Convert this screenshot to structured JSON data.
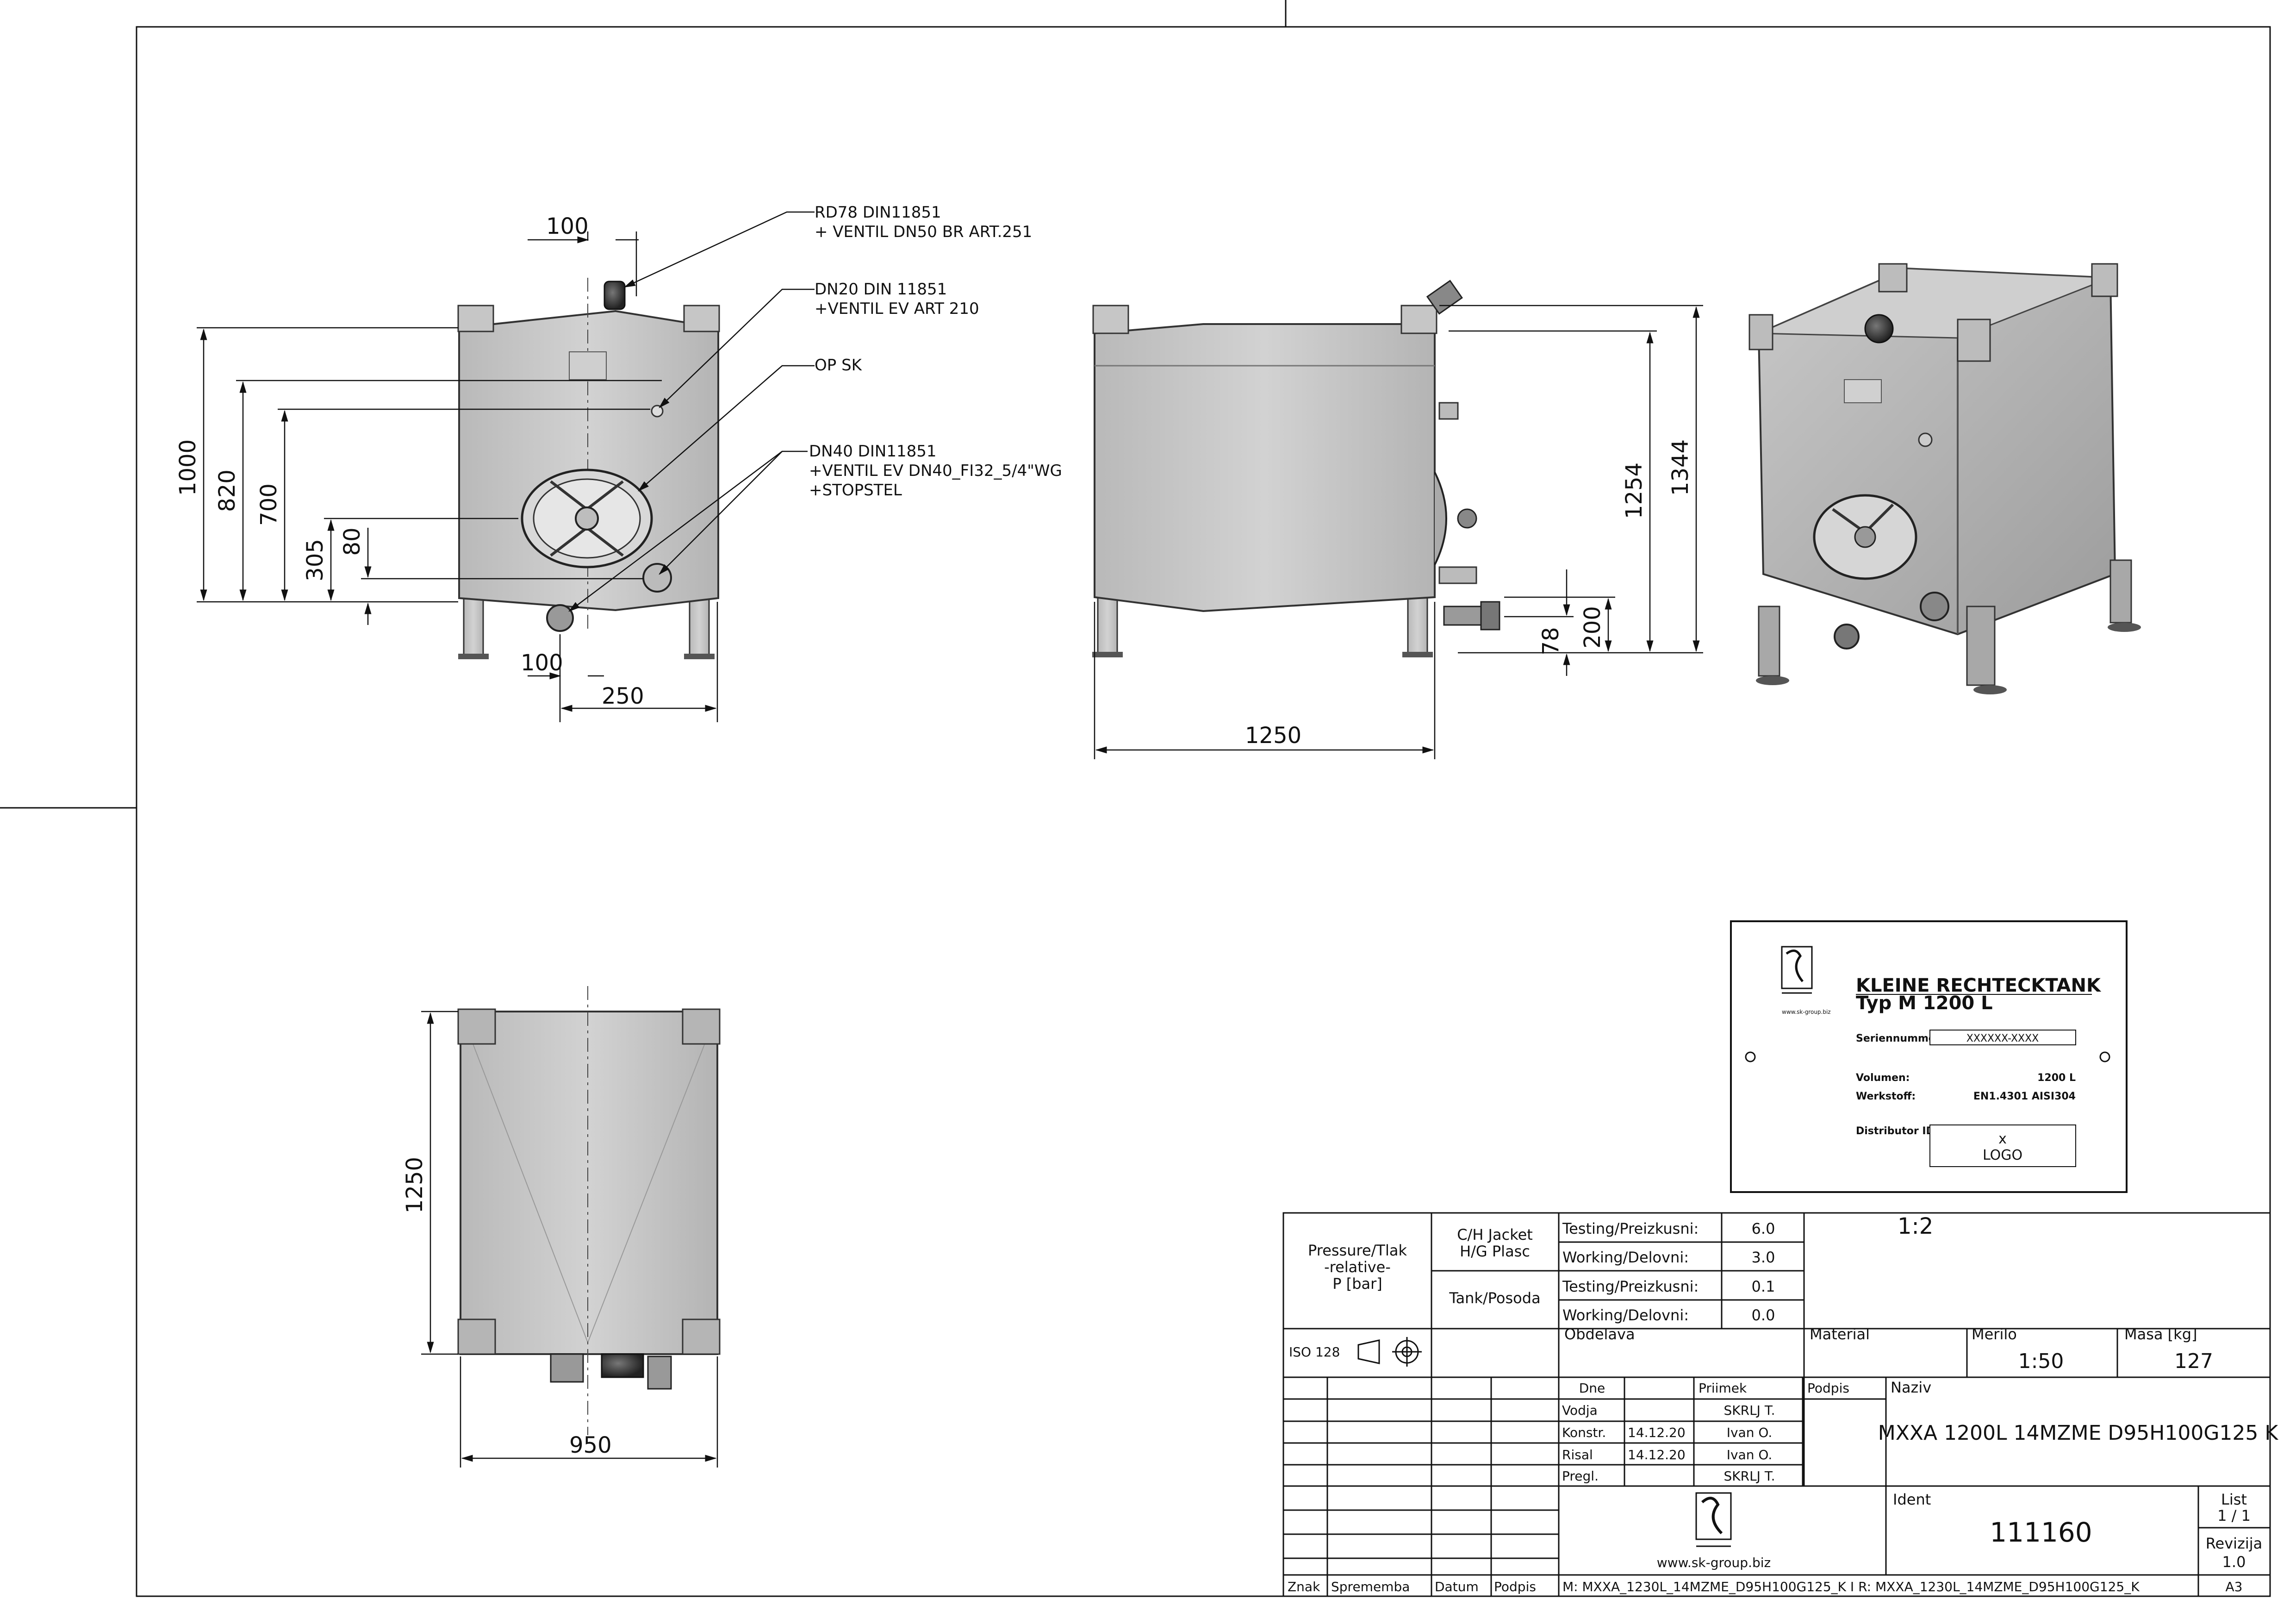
{
  "notes": {
    "rd78_line1": "RD78 DIN11851",
    "rd78_line2": "+ VENTIL DN50 BR ART.251",
    "dn20_line1": "DN20 DIN 11851",
    "dn20_line2": "+VENTIL EV ART 210",
    "opsk": "OP SK",
    "dn40_line1": "DN40 DIN11851",
    "dn40_line2": "+VENTIL EV DN40_FI32_5/4\"WG",
    "dn40_line3": "+STOPSTEL"
  },
  "dims_front": {
    "top_100": "100",
    "h1000": "1000",
    "h820": "820",
    "h700": "700",
    "h305": "305",
    "h80": "80",
    "bot_100": "100",
    "w250": "250"
  },
  "dims_side": {
    "w1250": "1250",
    "h1254": "1254",
    "h1344": "1344",
    "h78": "78",
    "h200": "200"
  },
  "dims_top": {
    "h1250": "1250",
    "w950": "950"
  },
  "plate": {
    "title1": "KLEINE RECHTECKTANK",
    "title2": "Typ M 1200 L",
    "serial_label": "Seriennummer",
    "serial_value": "XXXXXX-XXXX",
    "vol_label": "Volumen:",
    "vol_value": "1200 L",
    "werk_label": "Werkstoff:",
    "werk_value": "EN1.4301 AISI304",
    "dist_label": "Distributor ID:",
    "dist_x": "x",
    "dist_logo": "LOGO",
    "web": "www.sk-group.biz",
    "scale": "1:2"
  },
  "titleblock": {
    "pressure_l1": "Pressure/Tlak",
    "pressure_l2": "-relative-",
    "pressure_l3": "P [bar]",
    "jacket_l1": "C/H Jacket",
    "jacket_l2": "H/G Plasc",
    "tank": "Tank/Posoda",
    "testing1": "Testing/Preizkusni:",
    "testing1_val": "6.0",
    "working1": "Working/Delovni:",
    "working1_val": "3.0",
    "testing2": "Testing/Preizkusni:",
    "testing2_val": "0.1",
    "working2": "Working/Delovni:",
    "working2_val": "0.0",
    "iso": "ISO 128",
    "obdelava": "Obdelava",
    "material": "Material",
    "merilo_label": "Merilo",
    "merilo_value": "1:50",
    "masa_label": "Masa [kg]",
    "masa_value": "127",
    "dne": "Dne",
    "priimek": "Priimek",
    "podpis": "Podpis",
    "naziv_label": "Naziv",
    "naziv_value": "MXXA 1200L 14MZME D95H100G125 K",
    "vodja": "Vodja",
    "vodja_name": "SKRLJ T.",
    "konstr": "Konstr.",
    "konstr_date": "14.12.20",
    "konstr_name": "Ivan O.",
    "risal": "Risal",
    "risal_date": "14.12.20",
    "risal_name": "Ivan O.",
    "pregl": "Pregl.",
    "pregl_name": "SKRLJ T.",
    "ident_label": "Ident",
    "ident_value": "111160",
    "list_label": "List",
    "list_value": "1 / 1",
    "rev_label": "Revizija",
    "rev_value": "1.0",
    "web": "www.sk-group.biz",
    "znak": "Znak",
    "sprememba": "Sprememba",
    "datum": "Datum",
    "podpis2": "Podpis",
    "model_path": "M: MXXA_1230L_14MZME_D95H100G125_K I R: MXXA_1230L_14MZME_D95H100G125_K",
    "format": "A3"
  }
}
